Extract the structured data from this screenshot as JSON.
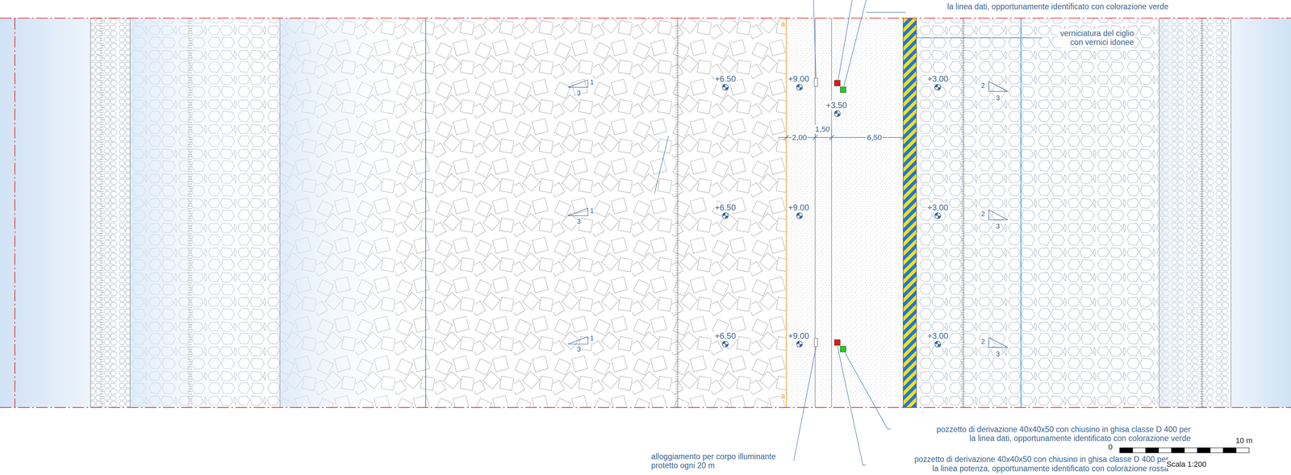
{
  "diagram": {
    "labels": [
      "la linea dati, opportunamente identificato con colorazione verde",
      "verniciatura del ciglio con vernici idonee",
      "+9.00",
      "+6.50",
      "+3.50",
      "+3.00",
      "+9.00",
      "+6.50",
      "+3.00",
      "+9.00",
      "+6.50",
      "+3.00",
      "2,00",
      "1,50",
      "6,50",
      "1",
      "3",
      "1",
      "3",
      "1",
      "3",
      "2",
      "3",
      "2",
      "3",
      "2",
      "3",
      "a",
      "a",
      "pozzetto di derivazione 40x40x50 con chiusino in ghisa classe D 400 per la linea dati, opportunamente identificato con colorazione verde",
      "pozzetto di derivazione 40x40x50 con chiusino in ghisa classe D 400 per la linea potenza, opportunamente identificato con colorazione rossa",
      "alloggiamento per corpo illuminante protetto ogni 20 m",
      "0",
      "10 m",
      "Scala 1:200"
    ]
  }
}
